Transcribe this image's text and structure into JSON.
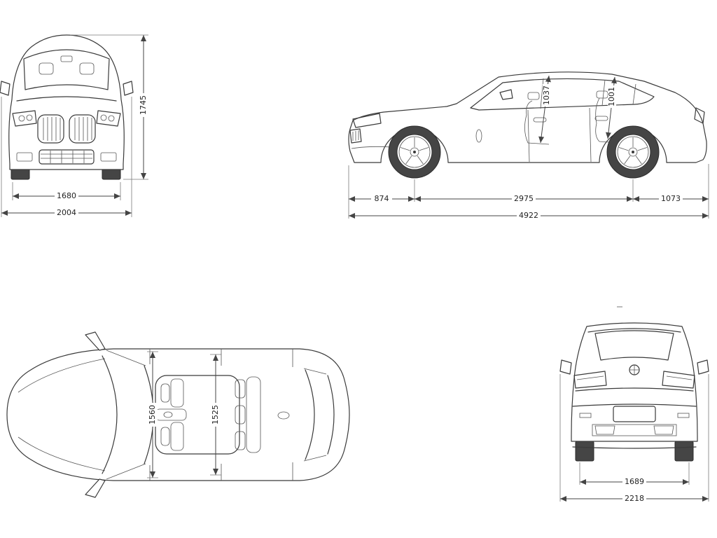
{
  "views": {
    "front": {
      "dims": {
        "height": "1745",
        "track": "1680",
        "width": "2004"
      }
    },
    "side": {
      "dims": {
        "front_overhang": "874",
        "wheelbase": "2975",
        "rear_overhang": "1073",
        "length": "4922",
        "headroom_front": "1037",
        "headroom_rear": "1001"
      }
    },
    "top": {
      "dims": {
        "shoulder_front": "1560",
        "shoulder_rear": "1525"
      }
    },
    "rear": {
      "dims": {
        "track": "1689",
        "width_mirrors": "2218"
      }
    }
  },
  "colors": {
    "line": "#3a3a3a",
    "dimension": "#444444",
    "text": "#222222",
    "background": "#ffffff",
    "tire": "#454545"
  }
}
